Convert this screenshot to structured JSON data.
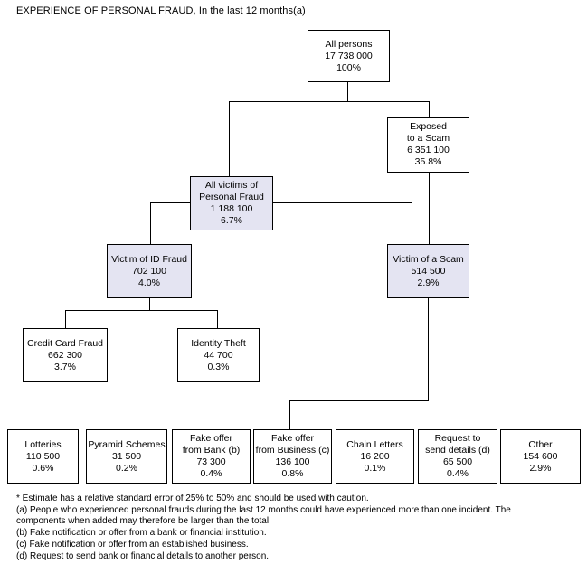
{
  "title": "EXPERIENCE OF PERSONAL FRAUD, In the last 12 months(a)",
  "colors": {
    "highlight_fill": "#e4e4f2",
    "box_fill": "#ffffff",
    "line": "#000000"
  },
  "nodes": {
    "all_persons": {
      "label": "All persons",
      "value": "17 738 000",
      "percent": "100%"
    },
    "exposed_to_scam": {
      "label": "Exposed\nto a Scam",
      "value": "6 351 100",
      "percent": "35.8%"
    },
    "all_victims": {
      "label": "All victims of\nPersonal Fraud",
      "value": "1 188 100",
      "percent": "6.7%"
    },
    "victim_id_fraud": {
      "label": "Victim of ID Fraud",
      "value": "702 100",
      "percent": "4.0%"
    },
    "victim_scam": {
      "label": "Victim of a Scam",
      "value": "514 500",
      "percent": "2.9%"
    },
    "credit_card_fraud": {
      "label": "Credit Card Fraud",
      "value": "662 300",
      "percent": "3.7%"
    },
    "identity_theft": {
      "label": "Identity Theft",
      "value": "44 700",
      "percent": "0.3%"
    }
  },
  "scam_types": [
    {
      "label": "Lotteries",
      "value": "110 500",
      "percent": "0.6%"
    },
    {
      "label": "Pyramid Schemes",
      "value": "31 500",
      "percent": "0.2%"
    },
    {
      "label": "Fake offer\nfrom Bank (b)",
      "value": "73 300",
      "percent": "0.4%"
    },
    {
      "label": "Fake offer\nfrom Business (c)",
      "value": "136 100",
      "percent": "0.8%"
    },
    {
      "label": "Chain Letters",
      "value": "16 200",
      "percent": "0.1%"
    },
    {
      "label": "Request to\nsend details (d)",
      "value": "65 500",
      "percent": "0.4%"
    },
    {
      "label": "Other",
      "value": "154 600",
      "percent": "2.9%"
    }
  ],
  "footnotes": [
    "* Estimate has a relative standard error of 25% to 50% and should be used with caution.",
    "(a) People who experienced personal frauds during the last 12 months could have experienced more than one incident. The components when added may therefore be larger than the total.",
    "(b) Fake notification or offer from a bank or financial institution.",
    "(c) Fake notification or offer from an established business.",
    "(d) Request to send bank or financial details to another person."
  ]
}
